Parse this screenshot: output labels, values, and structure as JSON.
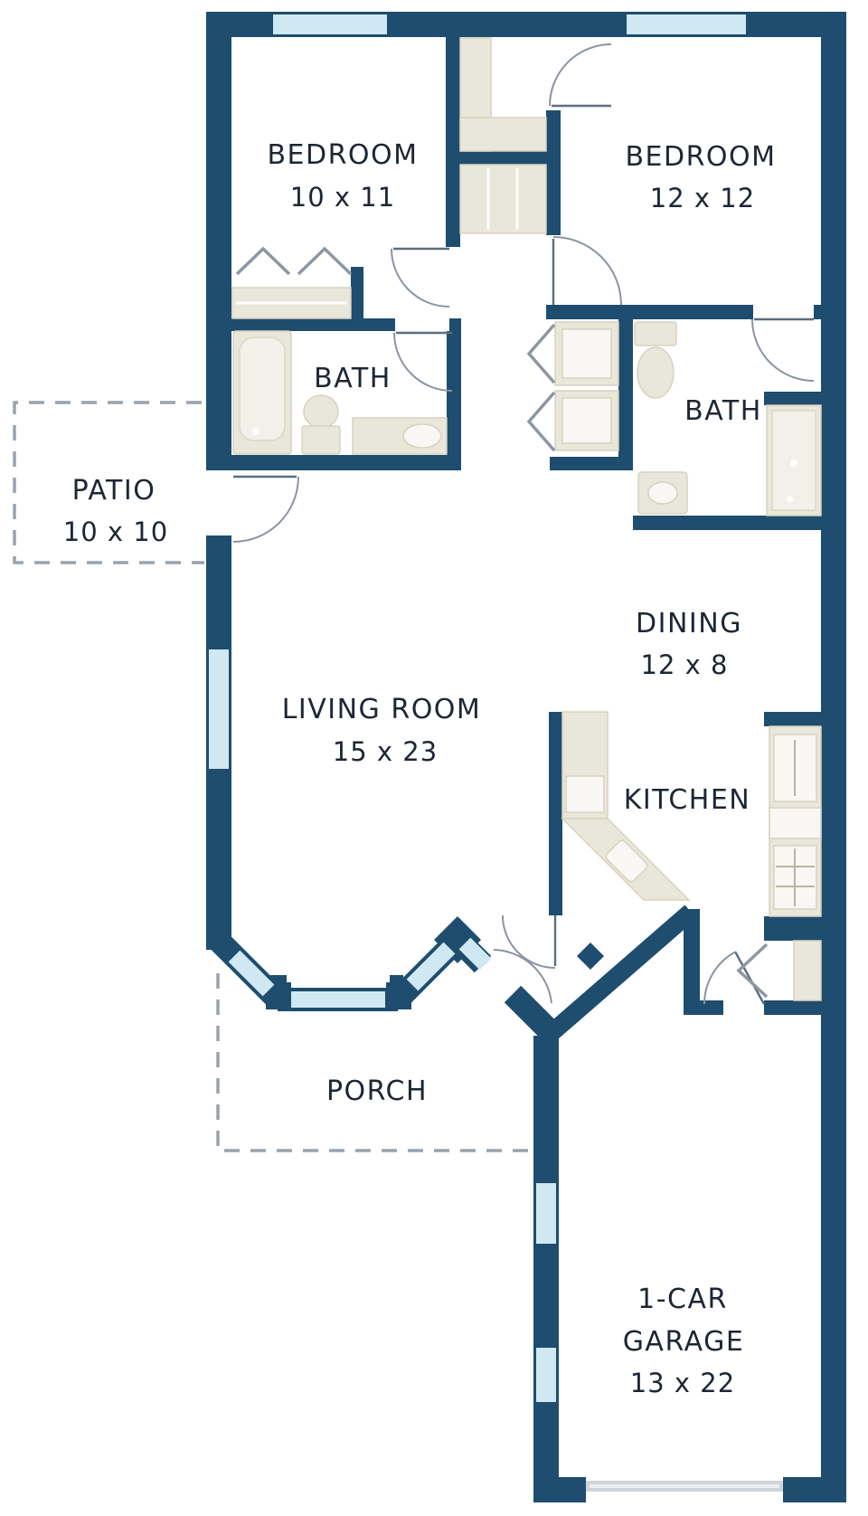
{
  "colors": {
    "background": "#ffffff",
    "wall": "#1e4d6f",
    "window": "#cfe8f1",
    "fixture": "#e9e6da",
    "fixture_edge": "#d7d2bf",
    "door_arc": "#8a94a0",
    "door_leaf": "#5e6e7d",
    "chevron": "#8d97a2",
    "dashed": "#9aa3ab",
    "text": "#1d2633",
    "garage_door": "#cfd4d8"
  },
  "rooms": [
    {
      "id": "bedroom-1",
      "name": "BEDROOM",
      "dims": "10 x 11"
    },
    {
      "id": "bedroom-2",
      "name": "BEDROOM",
      "dims": "12 x 12"
    },
    {
      "id": "bath-1",
      "name": "BATH"
    },
    {
      "id": "bath-2",
      "name": "BATH"
    },
    {
      "id": "patio",
      "name": "PATIO",
      "dims": "10 x 10"
    },
    {
      "id": "living-room",
      "name": "LIVING ROOM",
      "dims": "15 x 23"
    },
    {
      "id": "dining",
      "name": "DINING",
      "dims": "12 x 8"
    },
    {
      "id": "kitchen",
      "name": "KITCHEN"
    },
    {
      "id": "porch",
      "name": "PORCH"
    },
    {
      "id": "garage",
      "name": "1-CAR GARAGE",
      "line1": "1-CAR",
      "line2": "GARAGE",
      "dims": "13 x 22"
    }
  ]
}
